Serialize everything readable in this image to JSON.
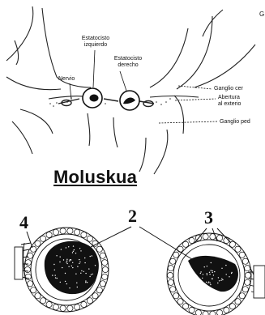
{
  "top_diagram": {
    "corner_letter": "G",
    "labels": {
      "nerve": "Nervio",
      "left_statocyst": [
        "Estatocisto",
        "izquierdo"
      ],
      "right_statocyst": [
        "Estatocisto",
        "derecho"
      ],
      "cerebral_ganglion": "Ganglio cer",
      "opening": [
        "Abertura",
        "al exterio"
      ],
      "pedal_ganglion": "Ganglio ped"
    }
  },
  "section_title": "Moluskua",
  "bottom_diagram": {
    "numbers": [
      "4",
      "2",
      "3"
    ]
  },
  "colors": {
    "ink": "#111111",
    "paper": "#ffffff"
  }
}
